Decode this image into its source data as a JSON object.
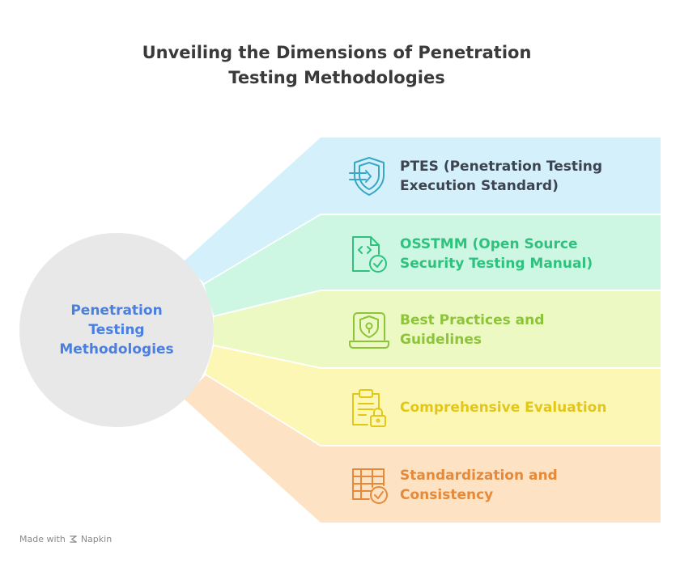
{
  "title": {
    "line1": "Unveiling the Dimensions of Penetration",
    "line2": "Testing Methodologies"
  },
  "center": {
    "line1": "Penetration",
    "line2": "Testing",
    "line3": "Methodologies",
    "color": "#4a7fe0",
    "fill": "#e8e8e8"
  },
  "items": [
    {
      "line1": "PTES (Penetration Testing",
      "line2": "Execution Standard)",
      "icon": "shield-login-icon",
      "fill": "#d4f1fb",
      "text_color": "#3d4450",
      "icon_color": "#3aa6c6"
    },
    {
      "line1": "OSSTMM (Open Source",
      "line2": "Security Testing Manual)",
      "icon": "code-file-check-icon",
      "fill": "#cdf7e3",
      "text_color": "#2ec27e",
      "icon_color": "#2ec27e"
    },
    {
      "line1": "Best Practices and",
      "line2": "Guidelines",
      "icon": "laptop-shield-icon",
      "fill": "#ecf9c2",
      "text_color": "#8cc43a",
      "icon_color": "#8cc43a"
    },
    {
      "line1": "Comprehensive Evaluation",
      "line2": "",
      "icon": "clipboard-lock-icon",
      "fill": "#fcf7b5",
      "text_color": "#e2c71a",
      "icon_color": "#e2c71a"
    },
    {
      "line1": "Standardization and",
      "line2": "Consistency",
      "icon": "table-check-icon",
      "fill": "#fde2c4",
      "text_color": "#e48a3a",
      "icon_color": "#e48a3a"
    }
  ],
  "footer": {
    "made_with": "Made with",
    "brand": "Napkin"
  }
}
